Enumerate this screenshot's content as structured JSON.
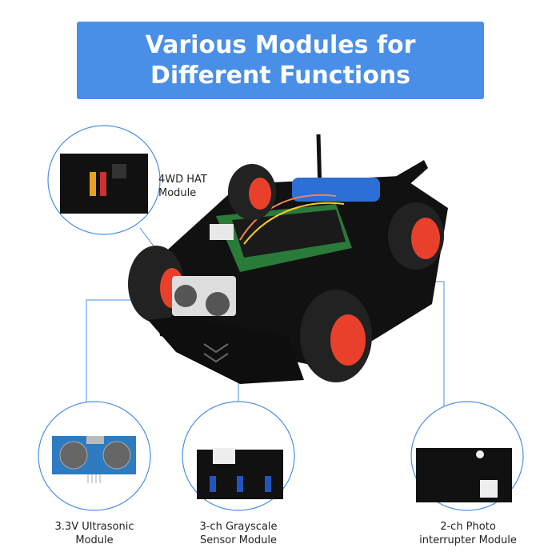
{
  "title": "Various Modules for Different Functions",
  "accent": "#4a8fe7",
  "modules": [
    {
      "name": "4WD HAT Module",
      "line1": "4WD HAT",
      "line2": "Module"
    },
    {
      "name": "3.3V Ultrasonic Module",
      "line1": "3.3V Ultrasonic",
      "line2": "Module"
    },
    {
      "name": "3-ch Grayscale Sensor Module",
      "line1": "3-ch Grayscale",
      "line2": "Sensor Module"
    },
    {
      "name": "2-ch Photo interrupter Module",
      "line1": "2-ch Photo",
      "line2": "interrupter Module"
    }
  ]
}
